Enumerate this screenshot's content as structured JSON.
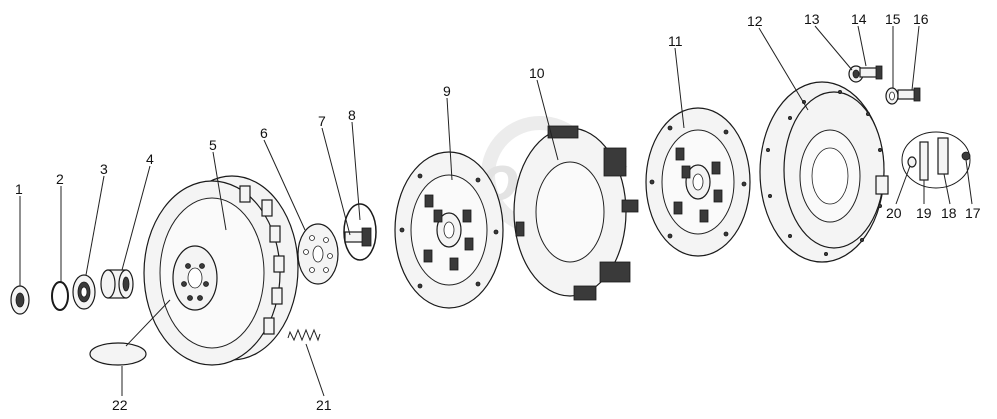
{
  "watermark": "OPEX",
  "callouts": [
    "1",
    "2",
    "3",
    "4",
    "5",
    "6",
    "7",
    "8",
    "9",
    "10",
    "11",
    "12",
    "13",
    "14",
    "15",
    "16",
    "17",
    "18",
    "19",
    "20",
    "21",
    "22"
  ],
  "colors": {
    "line": "#1a1a1a",
    "fill": "#f4f4f4",
    "watermark": "#e3e3e3"
  }
}
